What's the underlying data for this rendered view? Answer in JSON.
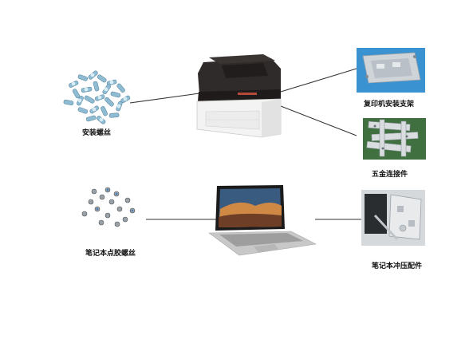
{
  "labels": {
    "printer_screws": "安装螺丝",
    "printer_bracket": "复印机安装支架",
    "hardware_connector": "五金连接件",
    "laptop_glue_screws": "笔记本点胶螺丝",
    "laptop_stamping_parts": "笔记本冲压配件"
  },
  "hub_printer": "printer-image",
  "hub_laptop": "laptop-image",
  "colors": {
    "line": "#333333",
    "screw_metal": "#7fb0c8",
    "bracket_bg": "#2e88c9",
    "bracket_part": "#c9ced3",
    "connector_bg": "#3c6b3f",
    "stamping_bg": "#cfd3d6",
    "printer_body": "#f2f2f2",
    "printer_top": "#2b2b2b"
  }
}
